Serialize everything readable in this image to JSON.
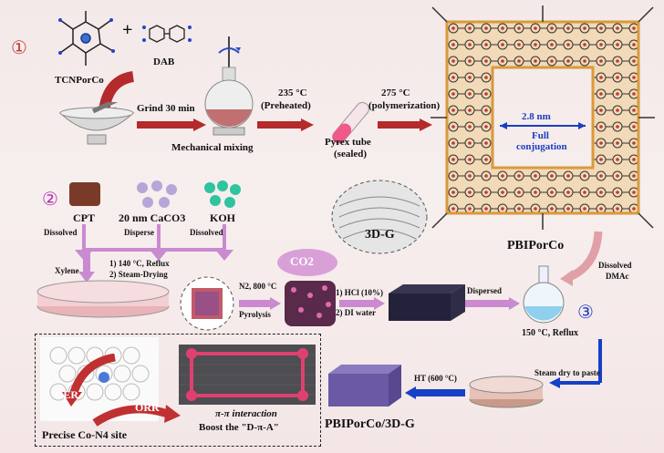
{
  "steps": {
    "s1": "①",
    "s2": "②",
    "s3": "③"
  },
  "row1": {
    "tcnporco": "TCNPorCo",
    "plus": "+",
    "dab": "DAB",
    "grind": "Grind 30 min",
    "mech_mixing": "Mechanical mixing",
    "temp1": "235 °C",
    "preheated": "(Preheated)",
    "tube": "Pyrex tube",
    "sealed": "(sealed)",
    "temp2": "275 °C",
    "polymerization": "(polymerization)"
  },
  "framework": {
    "pore_size": "2.8 nm",
    "full": "Full",
    "conjugation": "conjugation",
    "name": "PBIPorCo"
  },
  "row2": {
    "cpt": "CPT",
    "caco3": "20 nm CaCO3",
    "koh": "KOH",
    "dissolved1": "Dissolved",
    "disperse": "Disperse",
    "dissolved2": "Dissolved",
    "xylene": "Xylene",
    "reflux140": "1) 140 °C, Reflux",
    "steam_drying": "2) Steam-Drying",
    "n2": "N2, 800 °C",
    "pyrolysis": "Pyrolysis",
    "co2": "CO2",
    "hcl": "1) HCl (10%)",
    "di_water": "2) DI water",
    "graphene": "3D-G",
    "dispersed": "Dispersed",
    "dissolved_dmac": "Dissolved",
    "dmac": "DMAc",
    "reflux150": "150 °C, Reflux"
  },
  "row3": {
    "oer": "OER",
    "orr": "ORR",
    "precise": "Precise Co-N4 site",
    "pipi": "π-π interaction",
    "boost": "Boost the \"D-π-A\"",
    "product": "PBIPorCo/3D-G",
    "ht": "HT (600 °C)",
    "steam_dry_paste": "Steam dry to paste"
  },
  "colors": {
    "red_arrow": "#b52a2a",
    "purple_arrow": "#b04ab8",
    "blue_arrow": "#1740c8",
    "step_red": "#c0392b",
    "step_purple": "#b02db5",
    "step_blue": "#1b3fc0"
  }
}
